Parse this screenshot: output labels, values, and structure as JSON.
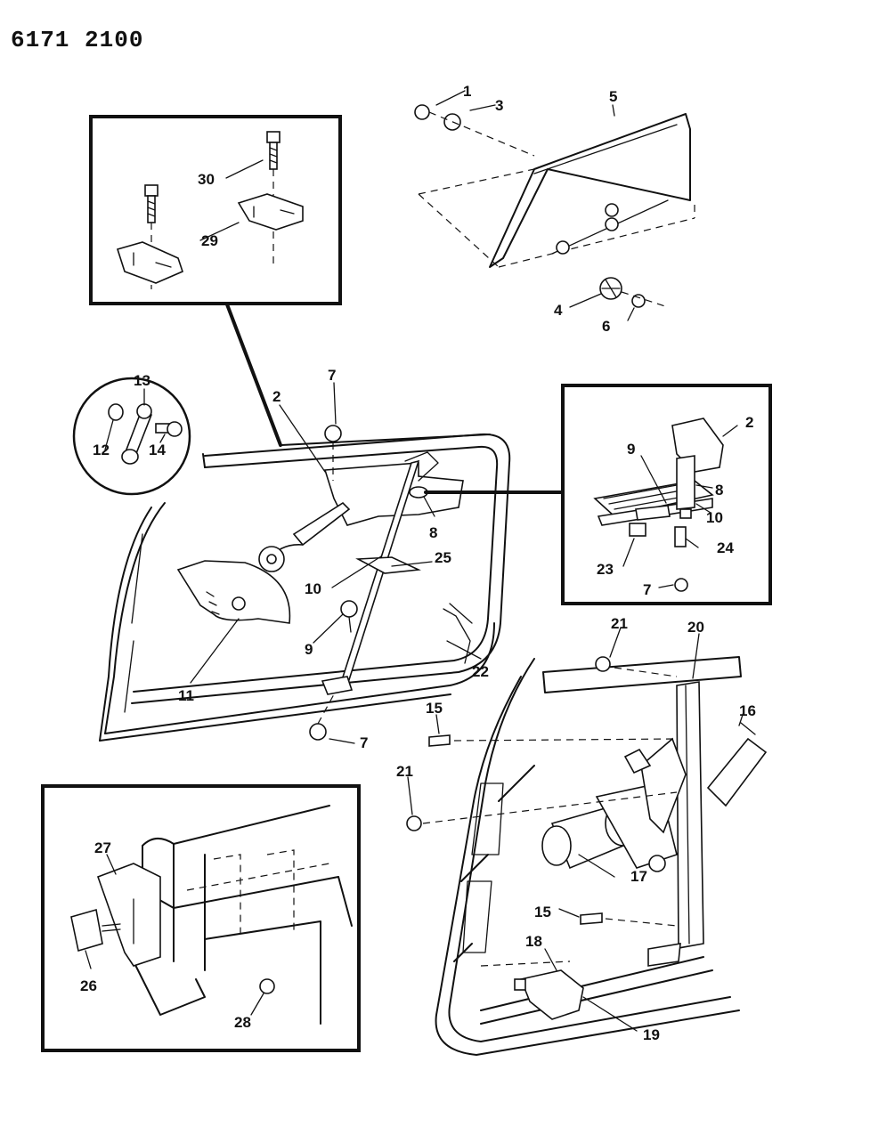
{
  "drawing_code": "6171 2100",
  "callouts": {
    "c1": "1",
    "c2": "2",
    "c3": "3",
    "c4": "4",
    "c5": "5",
    "c6": "6",
    "c7": "7",
    "c8": "8",
    "c9": "9",
    "c10": "10",
    "c11": "11",
    "c12": "12",
    "c13": "13",
    "c14": "14",
    "c15": "15",
    "c16": "16",
    "c17": "17",
    "c18": "18",
    "c19": "19",
    "c20": "20",
    "c21": "21",
    "c22": "22",
    "c23": "23",
    "c24": "24",
    "c25": "25",
    "c26": "26",
    "c27": "27",
    "c28": "28",
    "c29": "29",
    "c30": "30"
  }
}
